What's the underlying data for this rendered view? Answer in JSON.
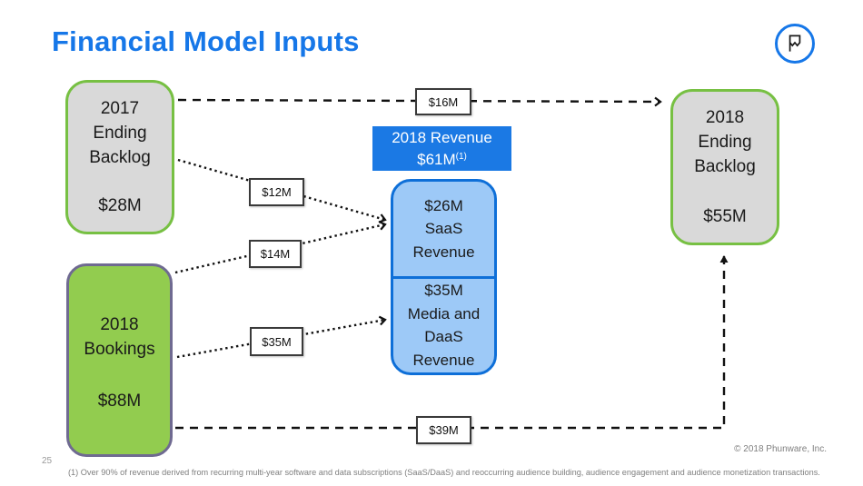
{
  "slide": {
    "title": "Financial Model Inputs",
    "page_number": "25",
    "footnote": "(1) Over 90% of revenue derived from recurring multi-year software and data subscriptions (SaaS/DaaS) and reoccurring audience building, audience engagement and audience monetization transactions.",
    "copyright": "© 2018 Phunware, Inc.",
    "logo_icon": "phunware-pw-mark"
  },
  "boxes": {
    "backlog_2017": {
      "label": "2017\nEnding\nBacklog",
      "value": "$28M"
    },
    "bookings_2018": {
      "label": "2018\nBookings",
      "value": "$88M"
    },
    "revenue_header": {
      "label": "2018 Revenue",
      "value": "$61M",
      "footnote_ref": "(1)"
    },
    "saas_revenue": {
      "label": "$26M\nSaaS\nRevenue"
    },
    "media_daas_revenue": {
      "label": "$35M\nMedia and\nDaaS\nRevenue"
    },
    "backlog_2018": {
      "label": "2018\nEnding\nBacklog",
      "value": "$55M"
    }
  },
  "flow_labels": {
    "backlog17_to_backlog18": "$16M",
    "backlog17_to_saas": "$12M",
    "bookings_to_saas": "$14M",
    "bookings_to_media_daas": "$35M",
    "bookings_to_backlog18": "$39M"
  },
  "colors": {
    "title_blue": "#1677e8",
    "revenue_header_blue": "#1b79e4",
    "revenue_fill": "#9dc9f7",
    "revenue_border": "#0e6fd8",
    "backlog_fill": "#d9d9d9",
    "backlog_border": "#77c043",
    "bookings_fill": "#92cc4f",
    "bookings_border": "#6f6a91",
    "arrow_black": "#111111"
  }
}
